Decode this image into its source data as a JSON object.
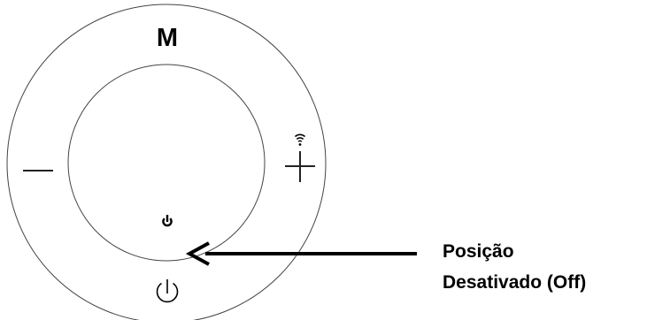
{
  "panel": {
    "mode_button_label": "M",
    "minus_icon": "minus-icon",
    "plus_icon": "plus-icon",
    "wifi_icon": "wifi-icon",
    "power_button_icon": "power-icon",
    "status_indicator_icon": "power-icon",
    "line_color": "#444444"
  },
  "callout": {
    "line1": "Posição",
    "line2": "Desativado (Off)",
    "arrow_color": "#000000"
  }
}
